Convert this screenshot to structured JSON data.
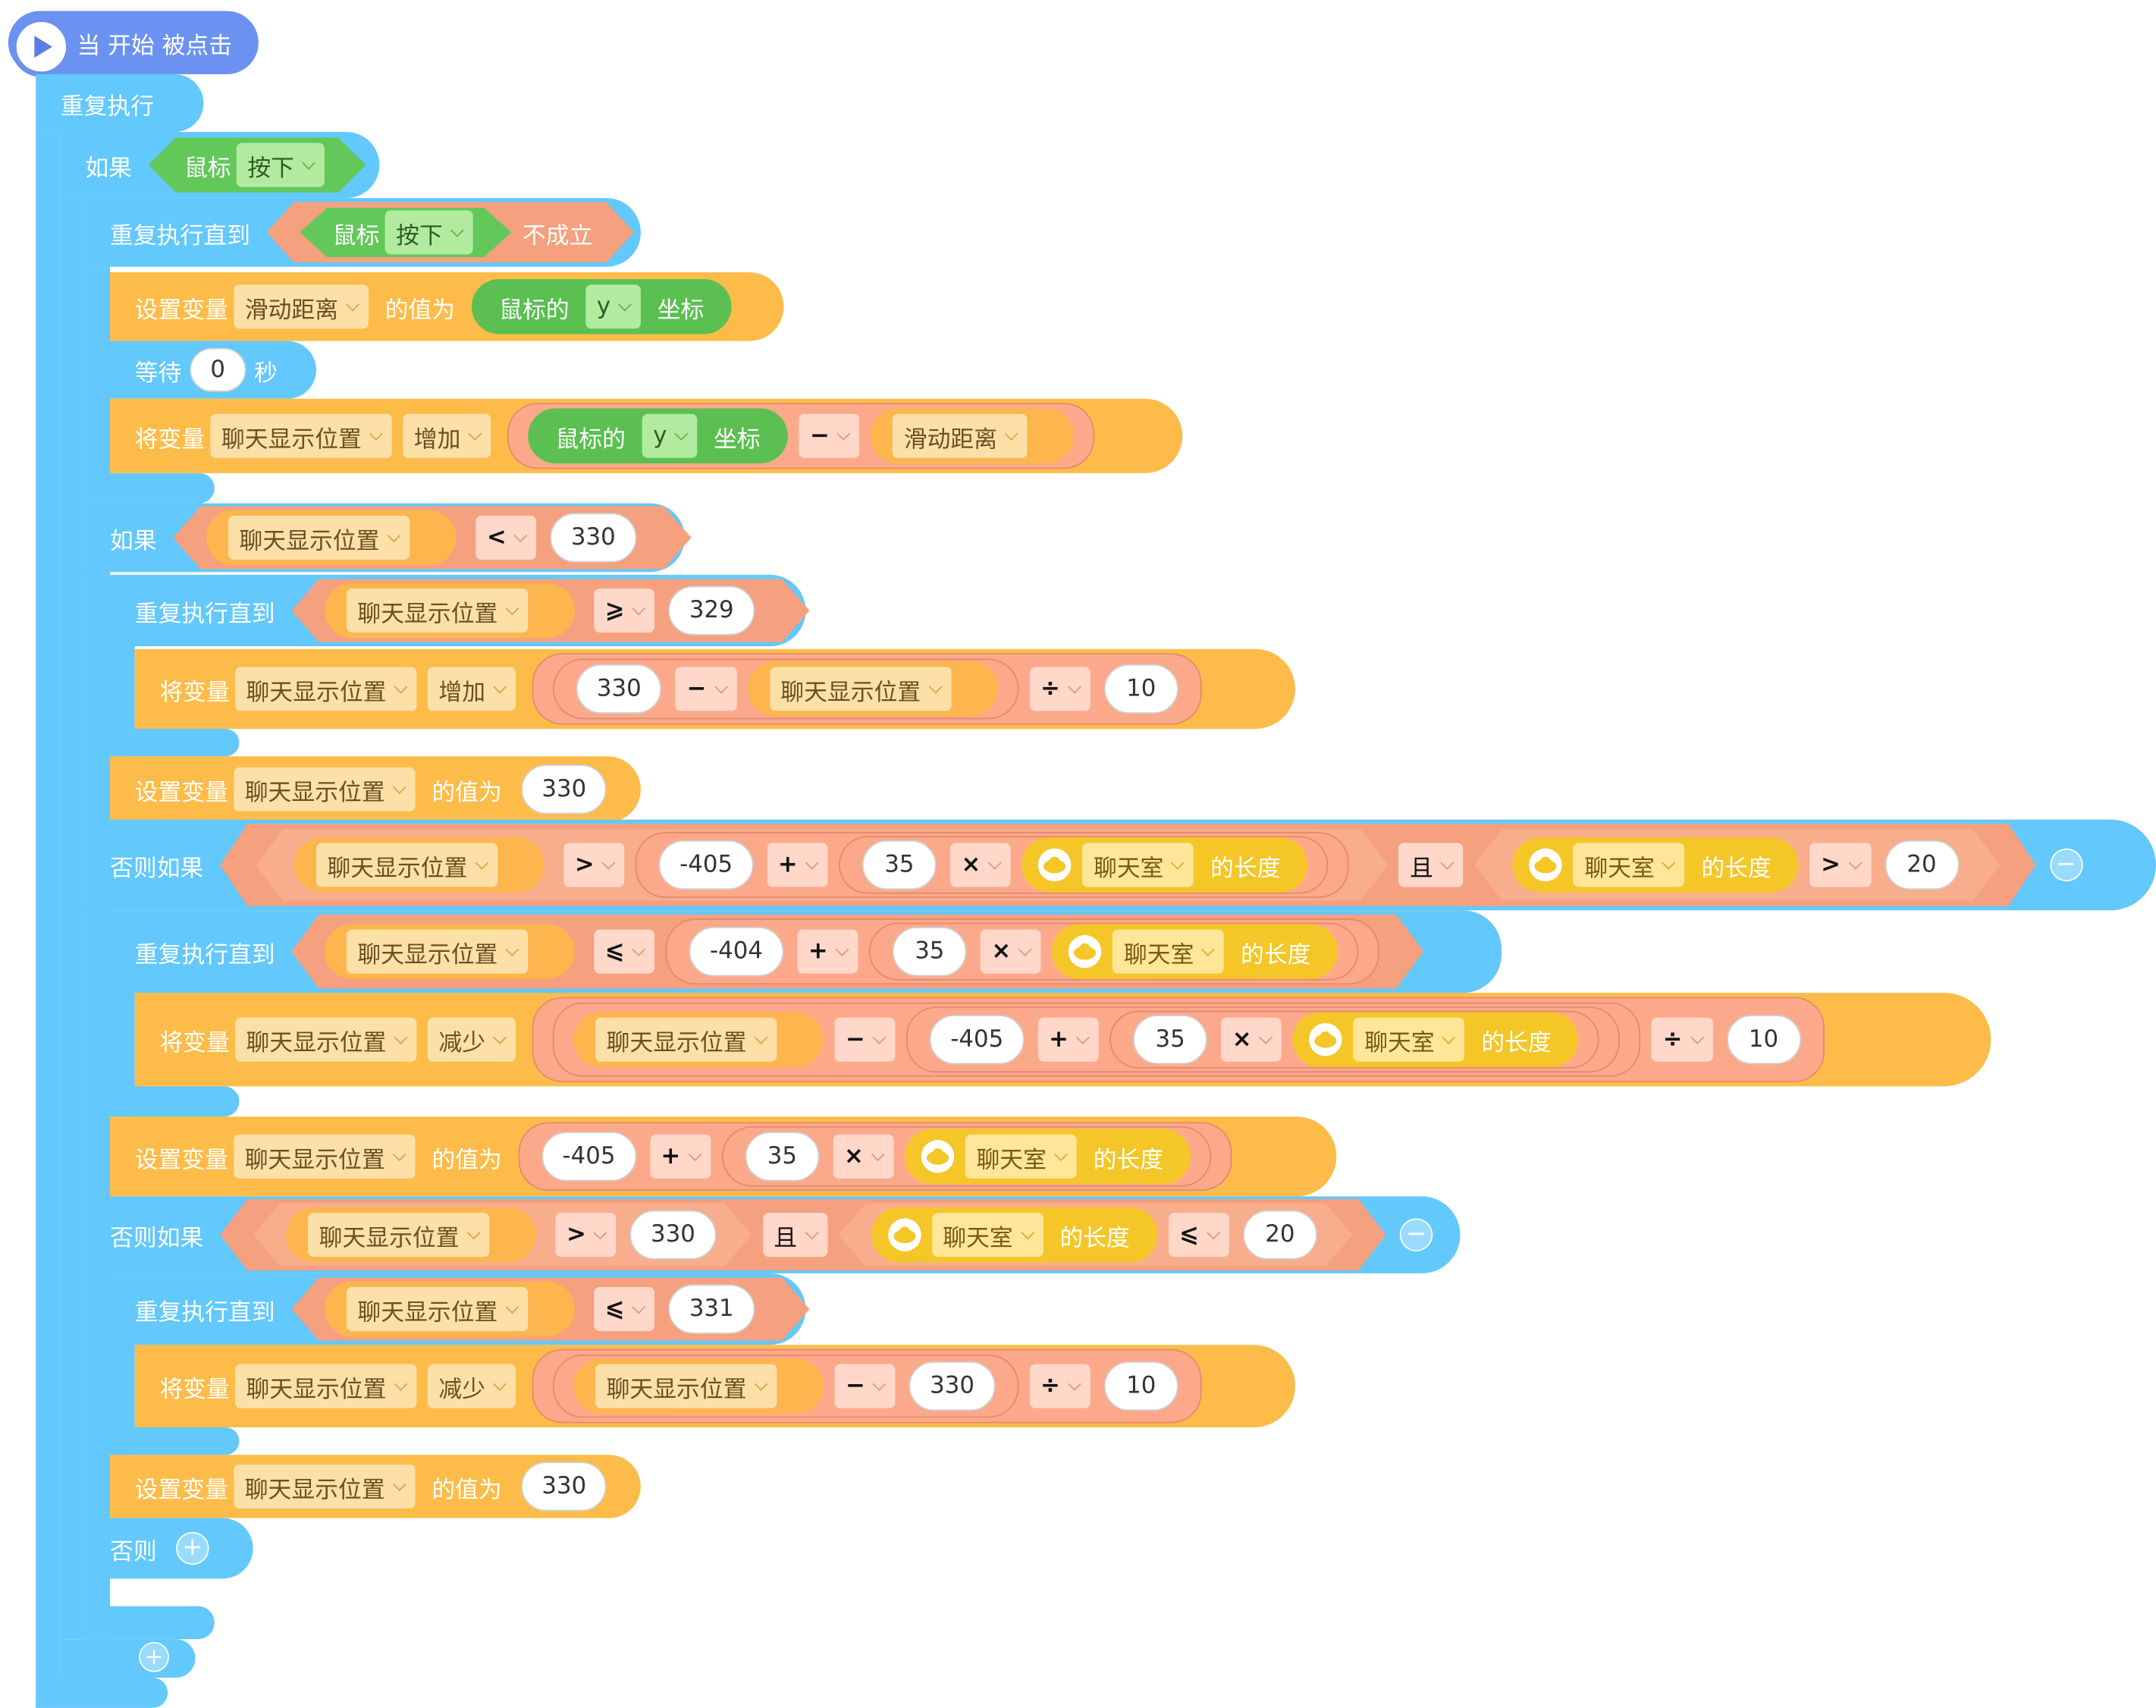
{
  "hat": {
    "label": "当 开始 被点击",
    "icon": "play-icon"
  },
  "forever": {
    "label": "重复执行"
  },
  "if_mouse": {
    "label": "如果",
    "sensor": "鼠标",
    "state": "按下"
  },
  "repeat_until_release": {
    "label": "重复执行直到",
    "sensor": "鼠标",
    "state": "按下",
    "negate": "不成立"
  },
  "set_slide": {
    "label": "设置变量",
    "var": "滑动距离",
    "to": "的值为",
    "reporter": "鼠标的",
    "axis": "y",
    "suffix": "坐标"
  },
  "wait": {
    "label": "等待",
    "value": "0",
    "unit": "秒"
  },
  "change_pos1": {
    "label": "将变量",
    "var": "聊天显示位置",
    "mode": "增加",
    "reporter": "鼠标的",
    "axis": "y",
    "suffix": "坐标",
    "op": "−",
    "var2": "滑动距离"
  },
  "if_lt": {
    "label": "如果",
    "var": "聊天显示位置",
    "op": "<",
    "value": "330"
  },
  "ru_ge": {
    "label": "重复执行直到",
    "var": "聊天显示位置",
    "op": "⩾",
    "value": "329"
  },
  "change_inc": {
    "label": "将变量",
    "var": "聊天显示位置",
    "mode": "增加",
    "a": "330",
    "op1": "−",
    "var2": "聊天显示位置",
    "op2": "÷",
    "b": "10"
  },
  "set_330a": {
    "label": "设置变量",
    "var": "聊天显示位置",
    "to": "的值为",
    "value": "330"
  },
  "elif1": {
    "label": "否则如果",
    "var": "聊天显示位置",
    "op": ">",
    "a": "-405",
    "plus": "+",
    "b": "35",
    "times": "×",
    "list": "聊天室",
    "len": "的长度",
    "and": "且",
    "list2": "聊天室",
    "len2": "的长度",
    "op2": ">",
    "c": "20",
    "btn": "−"
  },
  "ru_le1": {
    "label": "重复执行直到",
    "var": "聊天显示位置",
    "op": "⩽",
    "a": "-404",
    "plus": "+",
    "b": "35",
    "times": "×",
    "list": "聊天室",
    "len": "的长度"
  },
  "change_dec1": {
    "label": "将变量",
    "var": "聊天显示位置",
    "mode": "减少",
    "var2": "聊天显示位置",
    "op1": "−",
    "a": "-405",
    "plus": "+",
    "b": "35",
    "times": "×",
    "list": "聊天室",
    "len": "的长度",
    "op2": "÷",
    "c": "10"
  },
  "set_formula": {
    "label": "设置变量",
    "var": "聊天显示位置",
    "to": "的值为",
    "a": "-405",
    "plus": "+",
    "b": "35",
    "times": "×",
    "list": "聊天室",
    "len": "的长度"
  },
  "elif2": {
    "label": "否则如果",
    "var": "聊天显示位置",
    "op": ">",
    "a": "330",
    "and": "且",
    "list": "聊天室",
    "len": "的长度",
    "op2": "⩽",
    "b": "20",
    "btn": "−"
  },
  "ru_le2": {
    "label": "重复执行直到",
    "var": "聊天显示位置",
    "op": "⩽",
    "value": "331"
  },
  "change_dec2": {
    "label": "将变量",
    "var": "聊天显示位置",
    "mode": "减少",
    "var2": "聊天显示位置",
    "op1": "−",
    "a": "330",
    "op2": "÷",
    "b": "10"
  },
  "set_330b": {
    "label": "设置变量",
    "var": "聊天显示位置",
    "to": "的值为",
    "value": "330"
  },
  "else": {
    "label": "否则",
    "btn": "+"
  },
  "foot": {
    "btn": "+"
  },
  "colors": {
    "hat": "#6b92f0",
    "control": "#63c8fb",
    "variable": "#fdbc49",
    "operator": "#fca98b",
    "sensing": "#62c85a",
    "cloud_list": "#f4c628"
  }
}
